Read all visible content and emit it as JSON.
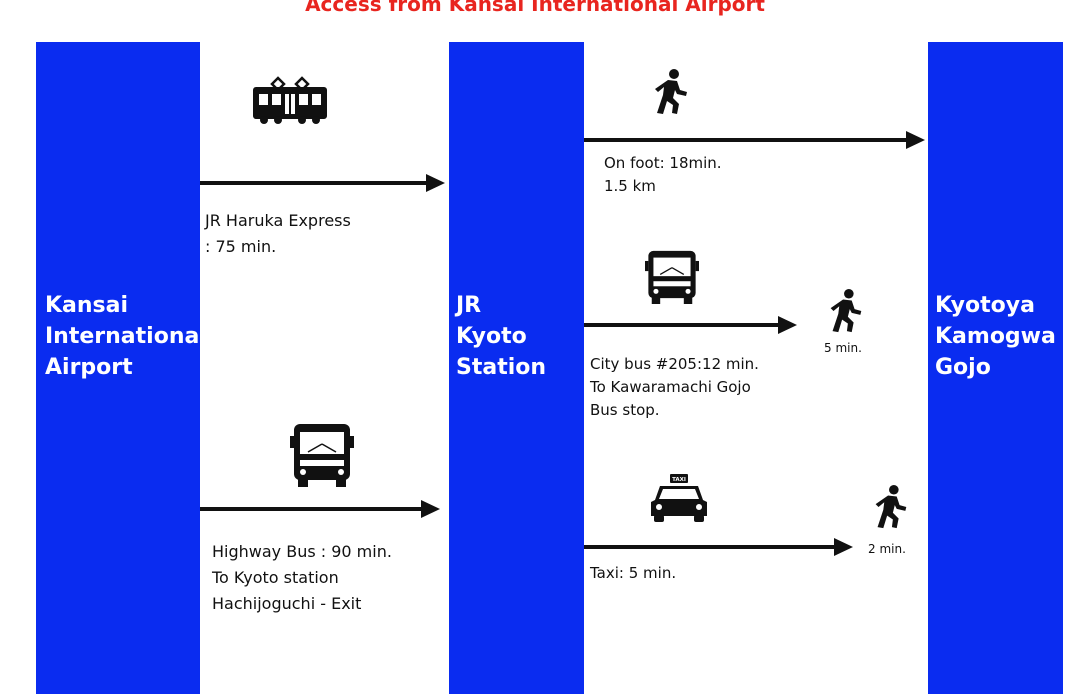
{
  "title": "Access from Kansai International Airport",
  "colors": {
    "title": "#e8251f",
    "column": "#0a2cf0",
    "arrow": "#111111",
    "icon": "#111111"
  },
  "columns": {
    "kansai": [
      "Kansai",
      "International",
      "Airport"
    ],
    "kyoto": [
      "JR",
      "Kyoto",
      "Station"
    ],
    "hotel": [
      "Kyotoya",
      "Kamogwa",
      "Gojo"
    ]
  },
  "routes": {
    "haruka": {
      "icon": "train-icon",
      "lines": [
        "JR Haruka Express",
        ": 75 min."
      ]
    },
    "highway_bus": {
      "icon": "bus-icon",
      "lines": [
        "Highway Bus : 90 min.",
        "To Kyoto station",
        "Hachijoguchi - Exit"
      ]
    },
    "on_foot": {
      "icon": "walker-icon",
      "lines": [
        "On foot: 18min.",
        "1.5 km"
      ]
    },
    "city_bus": {
      "icon": "bus-icon",
      "lines": [
        "City bus #205:12 min.",
        "To Kawaramachi Gojo",
        "Bus stop."
      ],
      "walk_icon": "walker-icon",
      "walk_time": "5 min."
    },
    "taxi": {
      "icon": "taxi-icon",
      "taxi_sign": "TAXI",
      "lines": [
        "Taxi: 5 min."
      ],
      "walk_icon": "walker-icon",
      "walk_time": "2 min."
    }
  }
}
